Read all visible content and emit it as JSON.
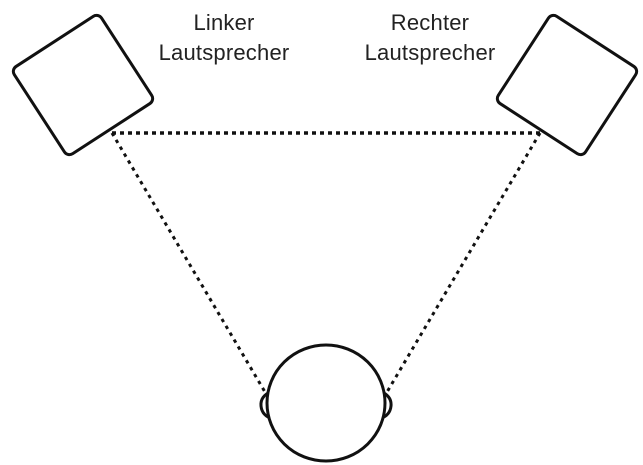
{
  "labels": {
    "left_speaker": {
      "line1": "Linker",
      "line2": "Lautsprecher"
    },
    "right_speaker": {
      "line1": "Rechter",
      "line2": "Lautsprecher"
    }
  },
  "colors": {
    "stroke": "#111111",
    "text": "#222222",
    "background": "#ffffff"
  }
}
